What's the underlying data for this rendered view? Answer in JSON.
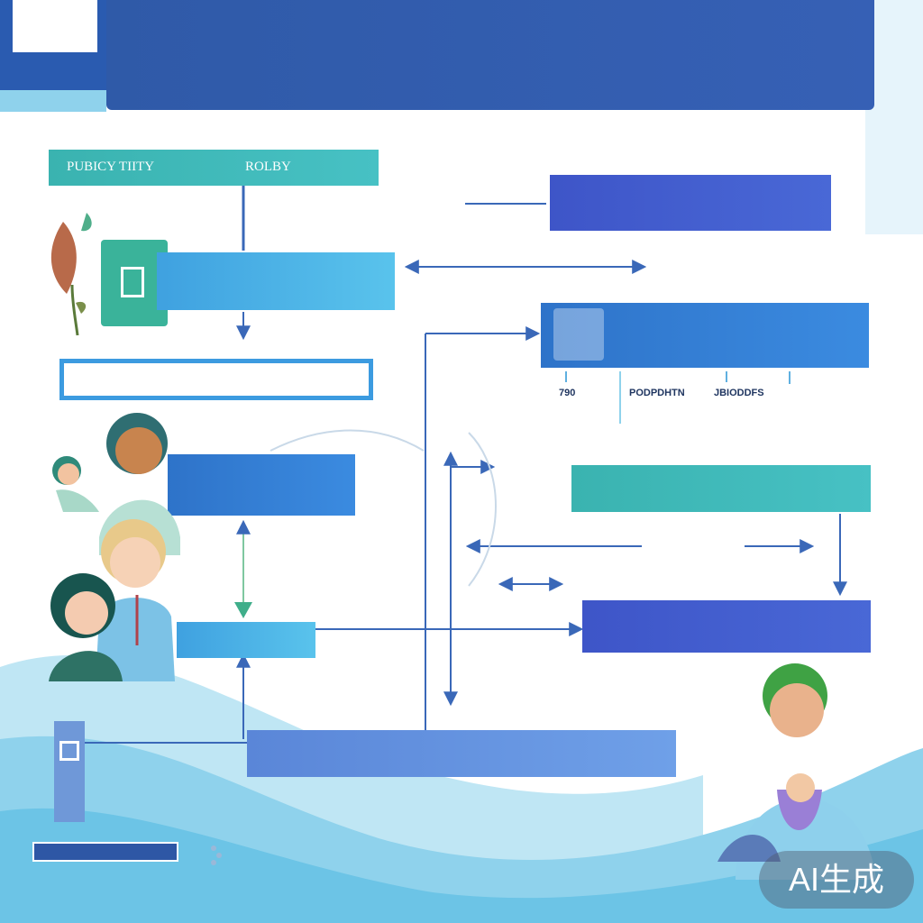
{
  "header": {
    "title": "",
    "subtitle": ""
  },
  "nodes": {
    "policy_box": {
      "left_label": "PUBICY TIITY",
      "right_label": "ROLBY"
    },
    "top_right_bar": {
      "text": ""
    },
    "green_card_box": {
      "text": ""
    },
    "outline_box": {
      "text": ""
    },
    "right_blue_card": {
      "line1": "",
      "line2": ""
    },
    "mid_left_box": {
      "text": ""
    },
    "mid_right_teal_box": {
      "text": ""
    },
    "lower_left_box": {
      "text": ""
    },
    "lower_right_box": {
      "text": ""
    },
    "bottom_wide_box": {
      "text": ""
    }
  },
  "stats": [
    {
      "top": "790",
      "bottom": ""
    },
    {
      "top": "PODPDHTN",
      "bottom": ""
    },
    {
      "top": "JBIODDFS",
      "bottom": ""
    },
    {
      "top": "",
      "bottom": ""
    },
    {
      "top": "",
      "bottom": ""
    }
  ],
  "footer": {
    "badge": "",
    "line": ""
  },
  "watermark": "AI生成",
  "colors": {
    "header": "#2f5aa8",
    "teal": "#3ab3b0",
    "blue": "#2e73c9",
    "sky": "#59c3ec",
    "indigo": "#3e55c8",
    "connector": "#3a68b8"
  }
}
